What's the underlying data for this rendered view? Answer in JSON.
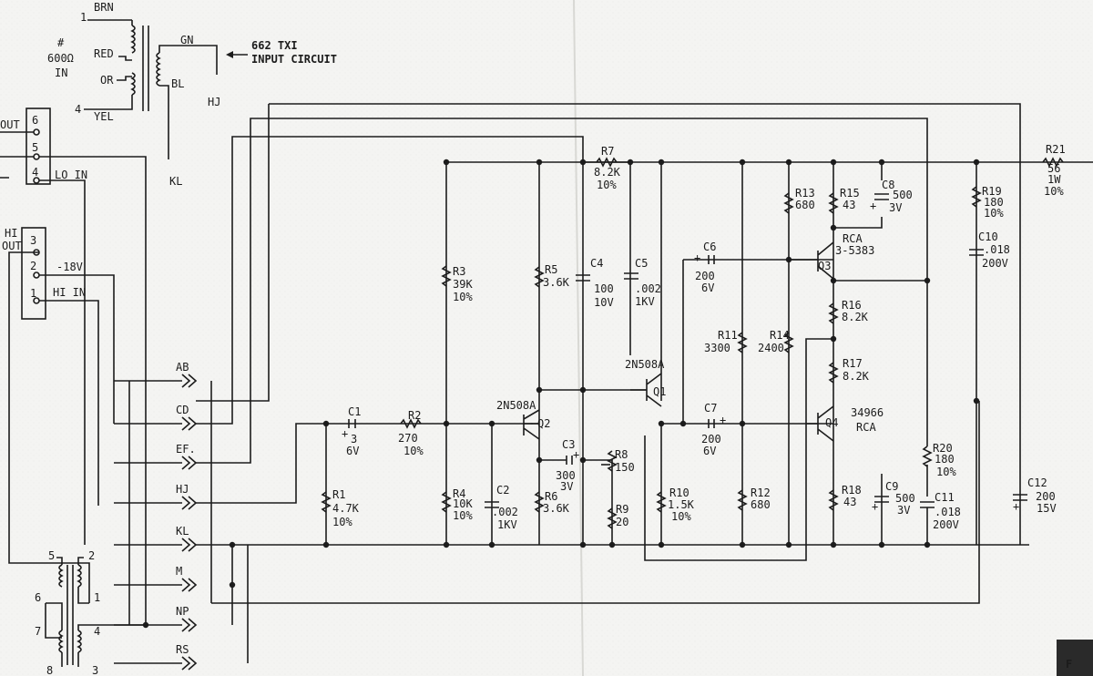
{
  "input_transformer": {
    "pins": {
      "p1": "1",
      "p4": "4"
    },
    "wires": {
      "brn": "BRN",
      "red": "RED",
      "or": "OR",
      "yel": "YEL",
      "gn": "GN",
      "bl": "BL"
    },
    "impedance": "600Ω",
    "impedance_prefix": "#",
    "impedance_unit": "IN",
    "callout_line1": "662 TXI",
    "callout_line2": "INPUT CIRCUIT",
    "hj": "HJ",
    "kl": "KL"
  },
  "terminal_strip_top": {
    "pins": [
      "6",
      "5",
      "4"
    ],
    "out_label": "OUT",
    "lo_in_label": "LO IN"
  },
  "terminal_strip_bottom": {
    "pins": [
      "3",
      "2",
      "1"
    ],
    "hi_label": "HI",
    "out_label": "OUT",
    "minus18v_label": "-18V",
    "hi_in_label": "HI IN"
  },
  "connectors": [
    "AB",
    "CD",
    "EF.",
    "HJ",
    "KL",
    "M",
    "NP",
    "RS"
  ],
  "output_transformer": {
    "pins": {
      "p5": "5",
      "p2": "2",
      "p1": "1",
      "p6": "6",
      "p7": "7",
      "p4": "4",
      "p8": "8",
      "p3": "3"
    }
  },
  "components": {
    "C1": {
      "ref": "C1",
      "value": "3",
      "rating": "6V"
    },
    "R2": {
      "ref": "R2",
      "value": "270",
      "tol": "10%"
    },
    "R1": {
      "ref": "R1",
      "value": "4.7K",
      "tol": "10%"
    },
    "R3": {
      "ref": "R3",
      "value": "39K",
      "tol": "10%"
    },
    "R4": {
      "ref": "R4",
      "value": "10K",
      "tol": "10%"
    },
    "C2": {
      "ref": "C2",
      "value": ".002",
      "rating": "1KV"
    },
    "Q2": {
      "ref": "Q2",
      "type": "2N508A"
    },
    "R5": {
      "ref": "R5",
      "value": "3.6K"
    },
    "R6": {
      "ref": "R6",
      "value": "3.6K"
    },
    "C4": {
      "ref": "C4",
      "value": "100",
      "rating": "10V"
    },
    "C3": {
      "ref": "C3",
      "value": "300",
      "rating": "3V"
    },
    "R8": {
      "ref": "R8",
      "value": "150"
    },
    "R9": {
      "ref": "R9",
      "value": "20"
    },
    "R7": {
      "ref": "R7",
      "value": "8.2K",
      "tol": "10%"
    },
    "C5": {
      "ref": "C5",
      "value": ".002",
      "rating": "1KV"
    },
    "Q1": {
      "ref": "Q1",
      "type": "2N508A"
    },
    "R10": {
      "ref": "R10",
      "value": "1.5K",
      "tol": "10%"
    },
    "C6": {
      "ref": "C6",
      "value": "200",
      "rating": "6V"
    },
    "C7": {
      "ref": "C7",
      "value": "200",
      "rating": "6V"
    },
    "R11": {
      "ref": "R11",
      "value": "3300"
    },
    "R12": {
      "ref": "R12",
      "value": "680"
    },
    "R13": {
      "ref": "R13",
      "value": "680"
    },
    "R14": {
      "ref": "R14",
      "value": "2400"
    },
    "R15": {
      "ref": "R15",
      "value": "43"
    },
    "C8": {
      "ref": "C8",
      "value": "500",
      "rating": "3V"
    },
    "Q3": {
      "ref": "Q3",
      "maker": "RCA",
      "type": "3-5383"
    },
    "R16": {
      "ref": "R16",
      "value": "8.2K"
    },
    "R17": {
      "ref": "R17",
      "value": "8.2K"
    },
    "Q4": {
      "ref": "Q4",
      "type": "34966",
      "maker": "RCA"
    },
    "R18": {
      "ref": "R18",
      "value": "43"
    },
    "C9": {
      "ref": "C9",
      "value": "500",
      "rating": "3V"
    },
    "R19": {
      "ref": "R19",
      "value": "180",
      "tol": "10%"
    },
    "C10": {
      "ref": "C10",
      "value": ".018",
      "rating": "200V"
    },
    "R20": {
      "ref": "R20",
      "value": "180",
      "tol": "10%"
    },
    "C11": {
      "ref": "C11",
      "value": ".018",
      "rating": "200V"
    },
    "C12": {
      "ref": "C12",
      "value": "200",
      "rating": "15V"
    },
    "R21": {
      "ref": "R21",
      "value": "56",
      "power": "1W",
      "tol": "10%"
    }
  },
  "logo": "F"
}
